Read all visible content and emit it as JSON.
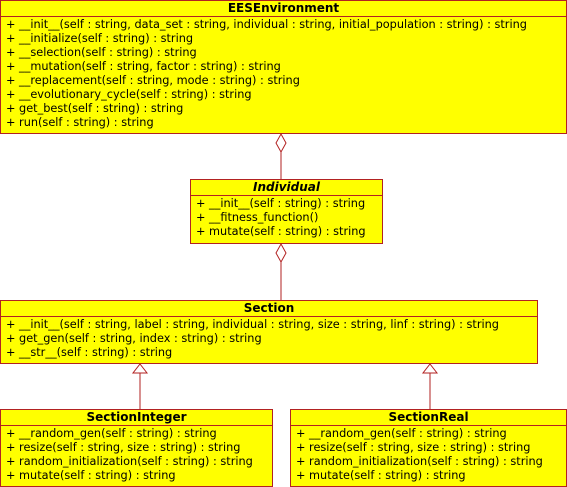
{
  "classes": {
    "ees_environment": {
      "name": "EESEnvironment",
      "methods": [
        "+ __init__(self : string, data_set : string, individual : string, initial_population : string) : string",
        "+ __initialize(self : string) : string",
        "+ __selection(self : string) : string",
        "+ __mutation(self : string, factor : string) : string",
        "+ __replacement(self : string, mode : string) : string",
        "+ __evolutionary_cycle(self : string) : string",
        "+ get_best(self : string) : string",
        "+ run(self : string) : string"
      ]
    },
    "individual": {
      "name": "Individual",
      "methods": [
        "+ __init__(self : string) : string",
        "+ __fitness_function()",
        "+ mutate(self : string) : string"
      ]
    },
    "section": {
      "name": "Section",
      "methods": [
        "+ __init__(self : string, label : string, individual : string, size : string, linf : string) : string",
        "+ get_gen(self : string, index : string) : string",
        "+ __str__(self : string) : string"
      ]
    },
    "section_integer": {
      "name": "SectionInteger",
      "methods": [
        "+ __random_gen(self : string) : string",
        "+ resize(self : string, size : string) : string",
        "+ random_initialization(self : string) : string",
        "+ mutate(self : string) : string"
      ]
    },
    "section_real": {
      "name": "SectionReal",
      "methods": [
        "+ __random_gen(self : string) : string",
        "+ resize(self : string, size : string) : string",
        "+ random_initialization(self : string) : string",
        "+ mutate(self : string) : string"
      ]
    }
  },
  "colors": {
    "class_fill": "#ffff00",
    "border": "#b22222",
    "text": "#000000"
  }
}
